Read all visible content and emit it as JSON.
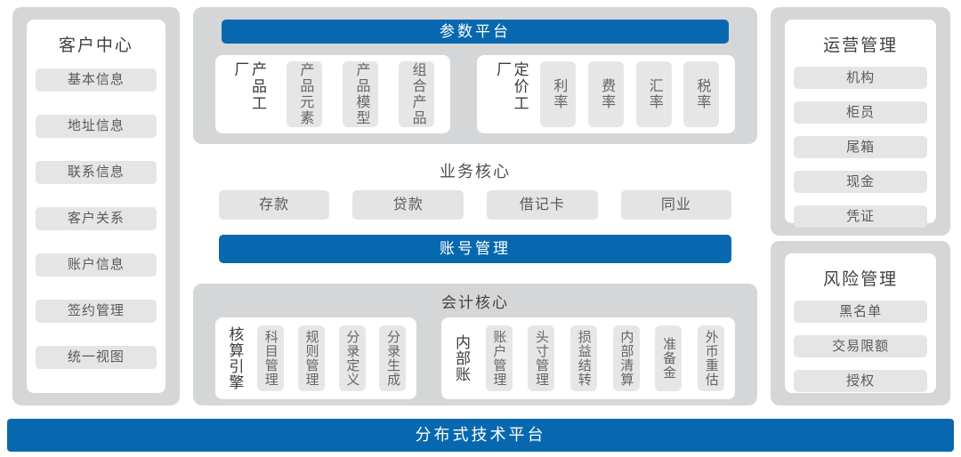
{
  "colors": {
    "accent_blue": "#0868af",
    "panel_gray": "#d5d6d7",
    "chip_gray": "#e6e6e7",
    "box_white": "#ffffff",
    "title_text": "#414141",
    "item_text": "#5a5a5a"
  },
  "left_panel": {
    "title": "客户中心",
    "items": [
      "基本信息",
      "地址信息",
      "联系信息",
      "客户关系",
      "账户信息",
      "签约管理",
      "统一视图"
    ]
  },
  "parameter_platform": {
    "title": "参数平台",
    "groups": [
      {
        "label": "产品工厂",
        "items": [
          "产品元素",
          "产品模型",
          "组合产品"
        ]
      },
      {
        "label": "定价工厂",
        "items": [
          "利率",
          "费率",
          "汇率",
          "税率"
        ]
      }
    ]
  },
  "business_core": {
    "title": "业务核心",
    "items": [
      "存款",
      "贷款",
      "借记卡",
      "同业"
    ]
  },
  "account_mgmt": {
    "title": "账号管理"
  },
  "accounting_core": {
    "title": "会计核心",
    "groups": [
      {
        "label": "核算引擎",
        "items": [
          "科目管理",
          "规则管理",
          "分录定义",
          "分录生成"
        ]
      },
      {
        "label": "内部账",
        "items": [
          "账户管理",
          "头寸管理",
          "损益结转",
          "内部清算",
          "准备金",
          "外币重估"
        ]
      }
    ]
  },
  "operations_panel": {
    "title": "运营管理",
    "items": [
      "机构",
      "柜员",
      "尾箱",
      "现金",
      "凭证"
    ]
  },
  "risk_panel": {
    "title": "风险管理",
    "items": [
      "黑名单",
      "交易限额",
      "授权"
    ]
  },
  "footer": {
    "title": "分布式技术平台"
  }
}
